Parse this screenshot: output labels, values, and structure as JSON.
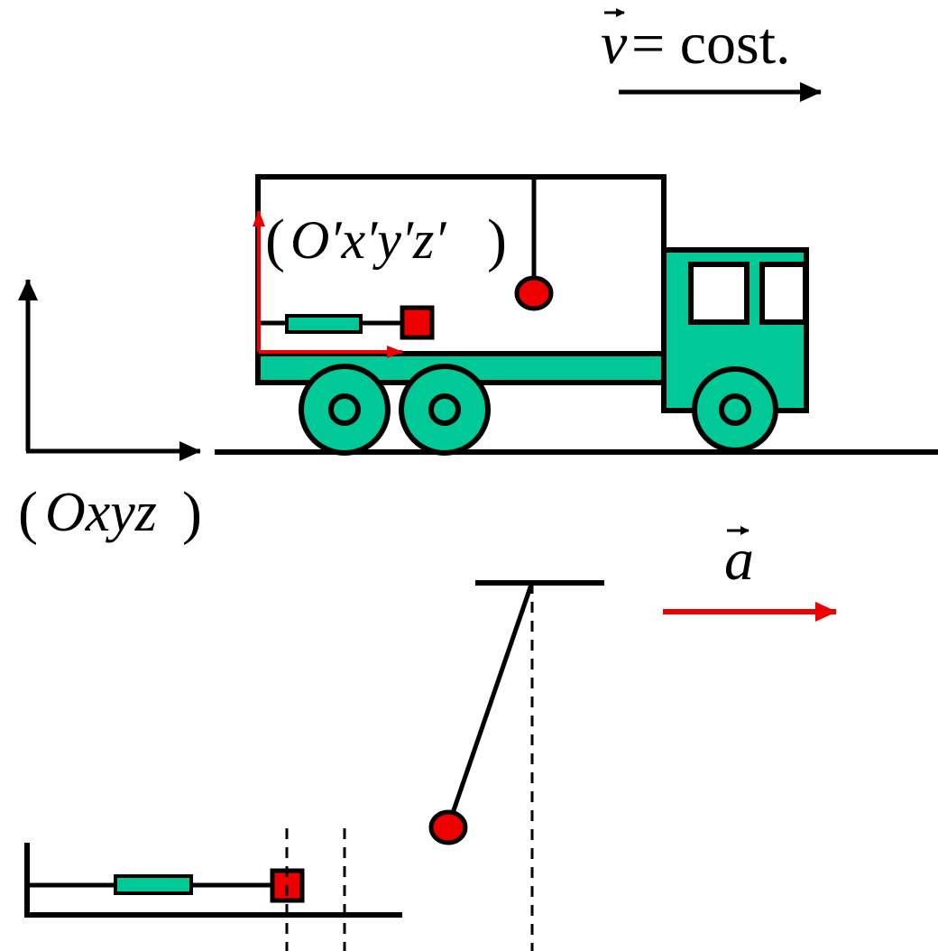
{
  "labels": {
    "velocity_vec": "v",
    "velocity_rest": " = cost.",
    "frame_moving_open": "(",
    "frame_moving": "O′x′y′z′",
    "frame_moving_close": ")",
    "frame_fixed_open": "(",
    "frame_fixed": "Oxyz",
    "frame_fixed_close": ")",
    "acceleration_vec": "a"
  },
  "colors": {
    "truck": "#00c896",
    "mass": "#ee0000",
    "moving_axes": "#ee0000",
    "acceleration_arrow": "#ee0000",
    "lines": "#000000"
  }
}
